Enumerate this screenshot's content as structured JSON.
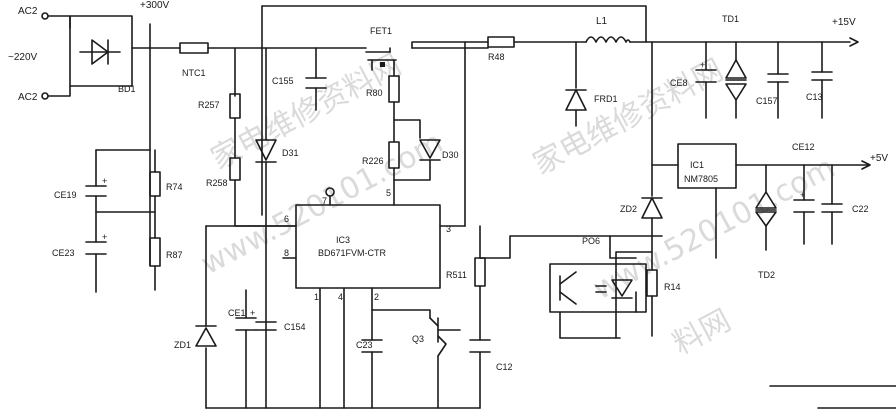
{
  "watermarks": {
    "cn1": "家电维修资料网",
    "url1": "www.520101.com",
    "cn2": "家电维修资料网",
    "url2": "www.520101.com",
    "cn3": "料网"
  },
  "terminals": {
    "ac_top": "AC2",
    "ac_bottom": "AC2",
    "ac_voltage": "~220V",
    "v300": "+300V",
    "v15": "+15V",
    "v5": "+5V"
  },
  "components": {
    "bd1": "BD1",
    "ntc1": "NTC1",
    "c155": "C155",
    "fet1": "FET1",
    "r48": "R48",
    "l1": "L1",
    "td1": "TD1",
    "r257": "R257",
    "r80": "R80",
    "frd1": "FRD1",
    "ce8": "CE8",
    "c157": "C157",
    "c13": "C13",
    "d31": "D31",
    "r226": "R226",
    "d30": "D30",
    "ce19": "CE19",
    "r74": "R74",
    "r258": "R258",
    "ic1": "IC1",
    "ic1_part": "NM7805",
    "ce12": "CE12",
    "zd2": "ZD2",
    "c22": "C22",
    "ce23": "CE23",
    "r87": "R87",
    "ic3": "IC3",
    "ic3_part": "BD671FVM-CTR",
    "po6": "PO6",
    "td2": "TD2",
    "r511": "R511",
    "r14": "R14",
    "zd1": "ZD1",
    "ce1": "CE1",
    "c154": "C154",
    "c23": "C23",
    "q3": "Q3",
    "c12": "C12"
  },
  "ic3_pins": {
    "p1": "1",
    "p2": "2",
    "p3": "3",
    "p4": "4",
    "p5": "5",
    "p6": "6",
    "p7": "7",
    "p8": "8"
  }
}
